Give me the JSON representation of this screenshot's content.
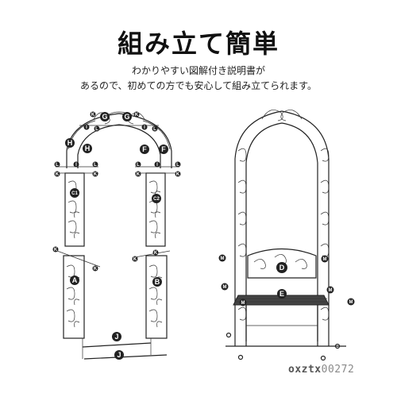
{
  "header": {
    "title": "組み立て簡単",
    "line1": "わかりやすい図解付き説明書が",
    "line2": "あるので、初めての方でも安心して組み立てられます。"
  },
  "left_labels": {
    "top_k": [
      "K",
      "K"
    ],
    "top_g": [
      "G",
      "G"
    ],
    "top_i": [
      "I",
      "I"
    ],
    "top_l": [
      "L",
      "L"
    ],
    "h": "H",
    "h2": "H",
    "f": "F",
    "f2": "F",
    "row_l": [
      "L",
      "I",
      "L",
      "L",
      "I",
      "L"
    ],
    "row_k": [
      "K",
      "K",
      "K",
      "K"
    ],
    "c1": "C1",
    "c2": "C2",
    "mid_k": [
      "K",
      "K",
      "K",
      "K"
    ],
    "a": "A",
    "b": "B",
    "j1": "J",
    "j2": "J"
  },
  "right_labels": {
    "d": "D",
    "e": "E",
    "m": [
      "M",
      "M",
      "M",
      "M",
      "M",
      "M"
    ]
  },
  "watermark": {
    "bold": "oxztx",
    "rest": "00272"
  }
}
